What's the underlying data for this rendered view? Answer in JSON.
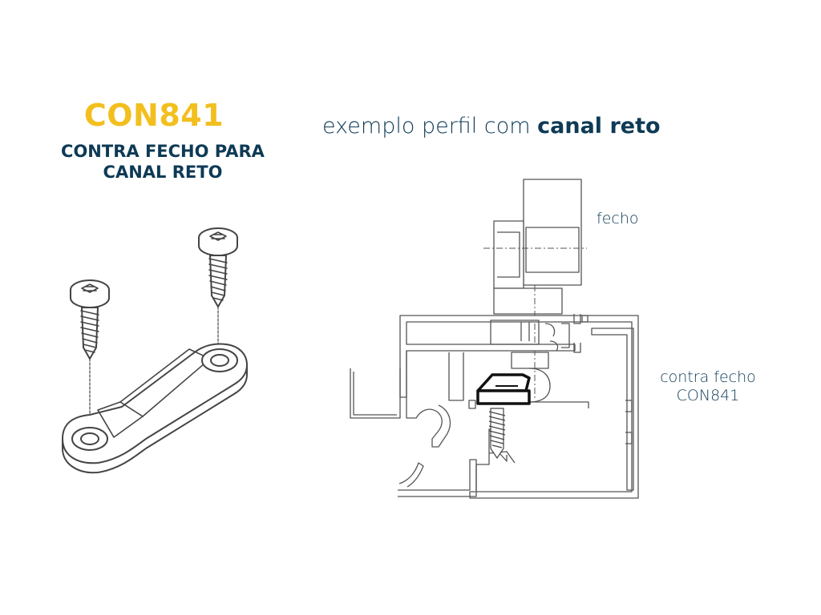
{
  "product": {
    "code": "CON841",
    "description_line1": "CONTRA FECHO PARA",
    "description_line2": "CANAL RETO"
  },
  "example": {
    "caption_prefix": "exemplo perfil com ",
    "caption_emphasis": "canal reto"
  },
  "callouts": {
    "fecho": "fecho",
    "contra_line1": "contra fecho",
    "contra_line2": "CON841"
  },
  "colors": {
    "code": "#F2BF1F",
    "text": "#0E3A55",
    "line": "#555555",
    "highlight": "#111111"
  }
}
